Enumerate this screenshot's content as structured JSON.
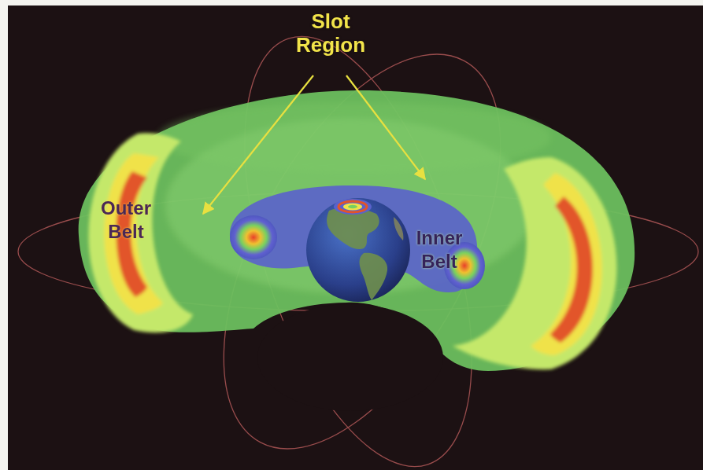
{
  "diagram": {
    "labels": [
      "Slot Region",
      "Outer Belt",
      "Inner Belt"
    ]
  }
}
